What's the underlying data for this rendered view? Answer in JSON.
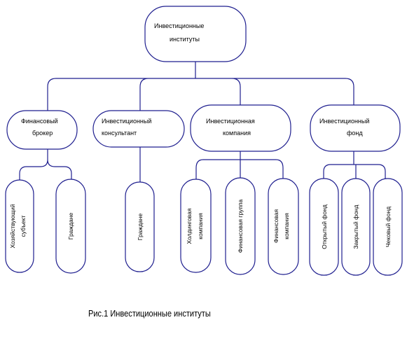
{
  "root": {
    "lines": [
      "Инвестиционные",
      "институты"
    ]
  },
  "categories": [
    {
      "lines": [
        "Финансовый",
        "брокер"
      ],
      "children": [
        {
          "lines": [
            "Хозяйствующий",
            "субъект"
          ]
        },
        {
          "lines": [
            "Граждане"
          ]
        }
      ]
    },
    {
      "lines": [
        "Инвестиционный",
        "консультант"
      ],
      "children": [
        {
          "lines": [
            "Граждане"
          ]
        }
      ]
    },
    {
      "lines": [
        "Инвестиционная",
        "компания"
      ],
      "children": [
        {
          "lines": [
            "Холдинговая",
            "компания"
          ]
        },
        {
          "lines": [
            "Финансовая группа"
          ]
        },
        {
          "lines": [
            "Финансовая",
            "компания"
          ]
        }
      ]
    },
    {
      "lines": [
        "Инвестиционный",
        "фонд"
      ],
      "children": [
        {
          "lines": [
            "Открытый фонд"
          ]
        },
        {
          "lines": [
            "Закрытый фонд"
          ]
        },
        {
          "lines": [
            "Чековый фонд"
          ]
        }
      ]
    }
  ],
  "caption": "Рис.1  Инвестиционные  институты"
}
